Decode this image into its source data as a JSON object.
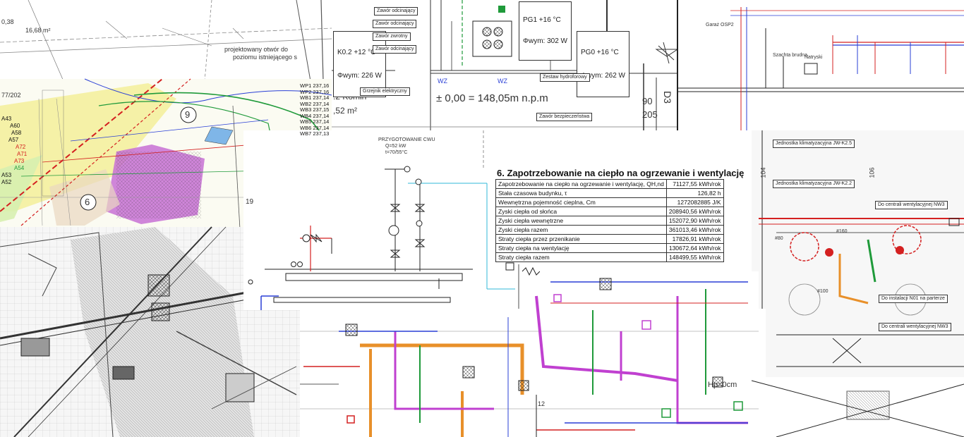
{
  "heat_table": {
    "title": "6. Zapotrzebowanie na ciepło na ogrzewanie i wentylację",
    "rows": [
      {
        "label": "Zapotrzebowanie na ciepło na ogrzewanie i wentylację, QH,nd",
        "value": "71127,55 kWh/rok"
      },
      {
        "label": "Stała czasowa budynku, τ",
        "value": "126,82 h"
      },
      {
        "label": "Wewnętrzna pojemność cieplna, Cm",
        "value": "1272082885 J/K"
      },
      {
        "label": "Zyski ciepła od słońca",
        "value": "208940,56 kWh/rok"
      },
      {
        "label": "Zyski ciepła wewnętrzne",
        "value": "152072,90 kWh/rok"
      },
      {
        "label": "Zyski ciepła razem",
        "value": "361013,46 kWh/rok"
      },
      {
        "label": "Straty ciepła przez przenikanie",
        "value": "17826,91 kWh/rok"
      },
      {
        "label": "Straty ciepła na wentylację",
        "value": "130672,64 kWh/rok"
      },
      {
        "label": "Straty ciepła razem",
        "value": "148499,55 kWh/rok"
      }
    ]
  },
  "drawing": {
    "level": "± 0,00 = 148,05m n.p.m",
    "room_d3": "D3",
    "room_d3b": "D3",
    "hp": "Hp=0cm",
    "k02": "K0.2 +12 °C",
    "k02_load": "Φwym: 226 W",
    "pg0": "PG0 +16 °C",
    "pg0_load": "Φwym: 262 W",
    "pg1": "PG1 +16 °C",
    "pg1_load": "Φwym: 302 W",
    "wz": "WZ",
    "area_a": "16,68 m²",
    "area_b": ",52 m²",
    "code_2": ".2 Komin",
    "dim_90": "90",
    "dim_205": "205",
    "dim_38": "0,38",
    "przyg": "PRZYGOTOWANIE CWU",
    "przyg_a": "Q=52 kW",
    "przyg_b": "t=70/55°C",
    "zawor": "Zawór bezpieczeństwa",
    "odcin": "Zawór odcinający",
    "zwrot": "Zawór zwrotny",
    "grzejnik": "Grzejnik elektryczny",
    "zestaw": "Zestaw hydroforowy",
    "proj_otwor": "projektowany otwór do",
    "proj_poziom": "poziomu istniejącego s",
    "node_9": "9",
    "node_6": "6",
    "node_19": "19",
    "node_12": "12",
    "do_central": "Do centrali wentylacyjnej NW3",
    "do_instal": "Do instalacji N01 na parterze",
    "do_central2": "Do centrali wentylacyjnej NW3",
    "jedn": "Jednostka klimatyzacyjna JW-K2.5",
    "jedn2": "Jednostka klimatyzacyjna JW-K2.2",
    "garaz": "Garaż OSP2",
    "szachta": "Szachta brudna",
    "natrysk": "Natryski",
    "dim_104": "104",
    "dim_106": "106",
    "dim_80": "#80",
    "dim_160": "#160",
    "dim_100": "#100",
    "wb_labels": [
      "WP1",
      "WP2",
      "WB1",
      "WB2",
      "WB3",
      "WB4",
      "WB5",
      "WB6",
      "WB7"
    ],
    "wb_values": [
      "237,16",
      "237,16",
      "237,14",
      "237,14",
      "237,15",
      "237,14",
      "237,14",
      "237,14",
      "237,13"
    ],
    "a_labels": [
      "A43",
      "A60",
      "A58",
      "A57",
      "A72",
      "A71",
      "A73",
      "A54",
      "A53",
      "A52"
    ],
    "map_left": "77/202"
  },
  "colors": {
    "ink": "#1a1a1a",
    "red": "#d42020",
    "green": "#1f9a3a",
    "magenta": "#c040d0",
    "yellow": "#f4ef9a",
    "blue": "#2a3fd6",
    "cyan": "#30b8d8",
    "orange": "#e8902a"
  }
}
